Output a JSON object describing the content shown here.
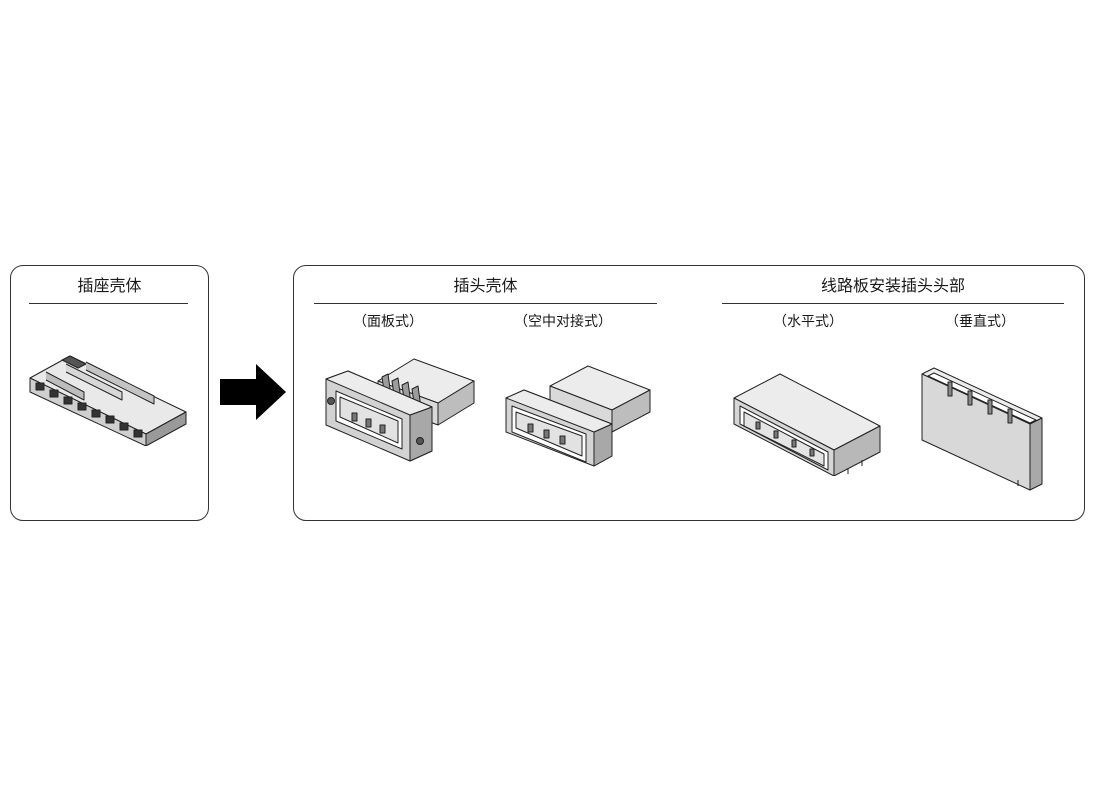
{
  "left_panel": {
    "title": "插座壳体",
    "item": {
      "icon": "receptacle-housing-icon"
    }
  },
  "arrow": {
    "icon": "right-arrow-icon",
    "color": "#000000"
  },
  "right_panel": {
    "groups": [
      {
        "title": "插头壳体",
        "items": [
          {
            "label": "（面板式）",
            "icon": "panel-mount-plug-housing-icon"
          },
          {
            "label": "（空中对接式）",
            "icon": "free-hanging-plug-housing-icon"
          }
        ]
      },
      {
        "title": "线路板安装插头头部",
        "items": [
          {
            "label": "（水平式）",
            "icon": "horizontal-pcb-header-icon"
          },
          {
            "label": "（垂直式）",
            "icon": "vertical-pcb-header-icon"
          }
        ]
      }
    ]
  },
  "colors": {
    "fill": "#e6e6e6",
    "shade": "#c8c8c8",
    "dark": "#8c8c8c",
    "stroke": "#222222"
  }
}
